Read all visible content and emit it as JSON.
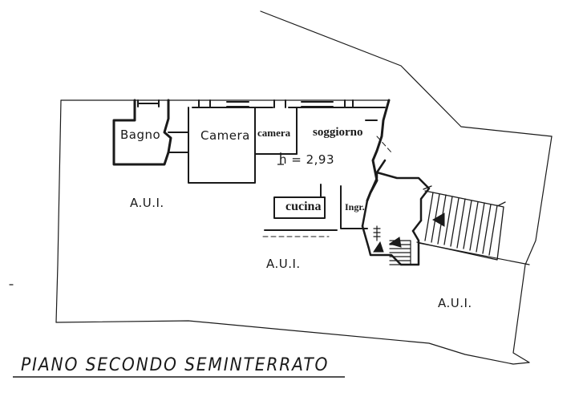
{
  "plan": {
    "title": "PIANO SECONDO SEMINTERRATO",
    "ceiling_height": "h = 2,93",
    "rooms": {
      "bagno": "Bagno",
      "camera_large": "Camera",
      "camera_small": "camera",
      "soggiorno": "soggiorno",
      "cucina": "cucina",
      "ingresso": "Ingr."
    },
    "areas": {
      "left": "A.U.I.",
      "center": "A.U.I.",
      "right": "A.U.I."
    }
  },
  "colors": {
    "ink": "#1a1a1a",
    "paper": "#ffffff"
  }
}
